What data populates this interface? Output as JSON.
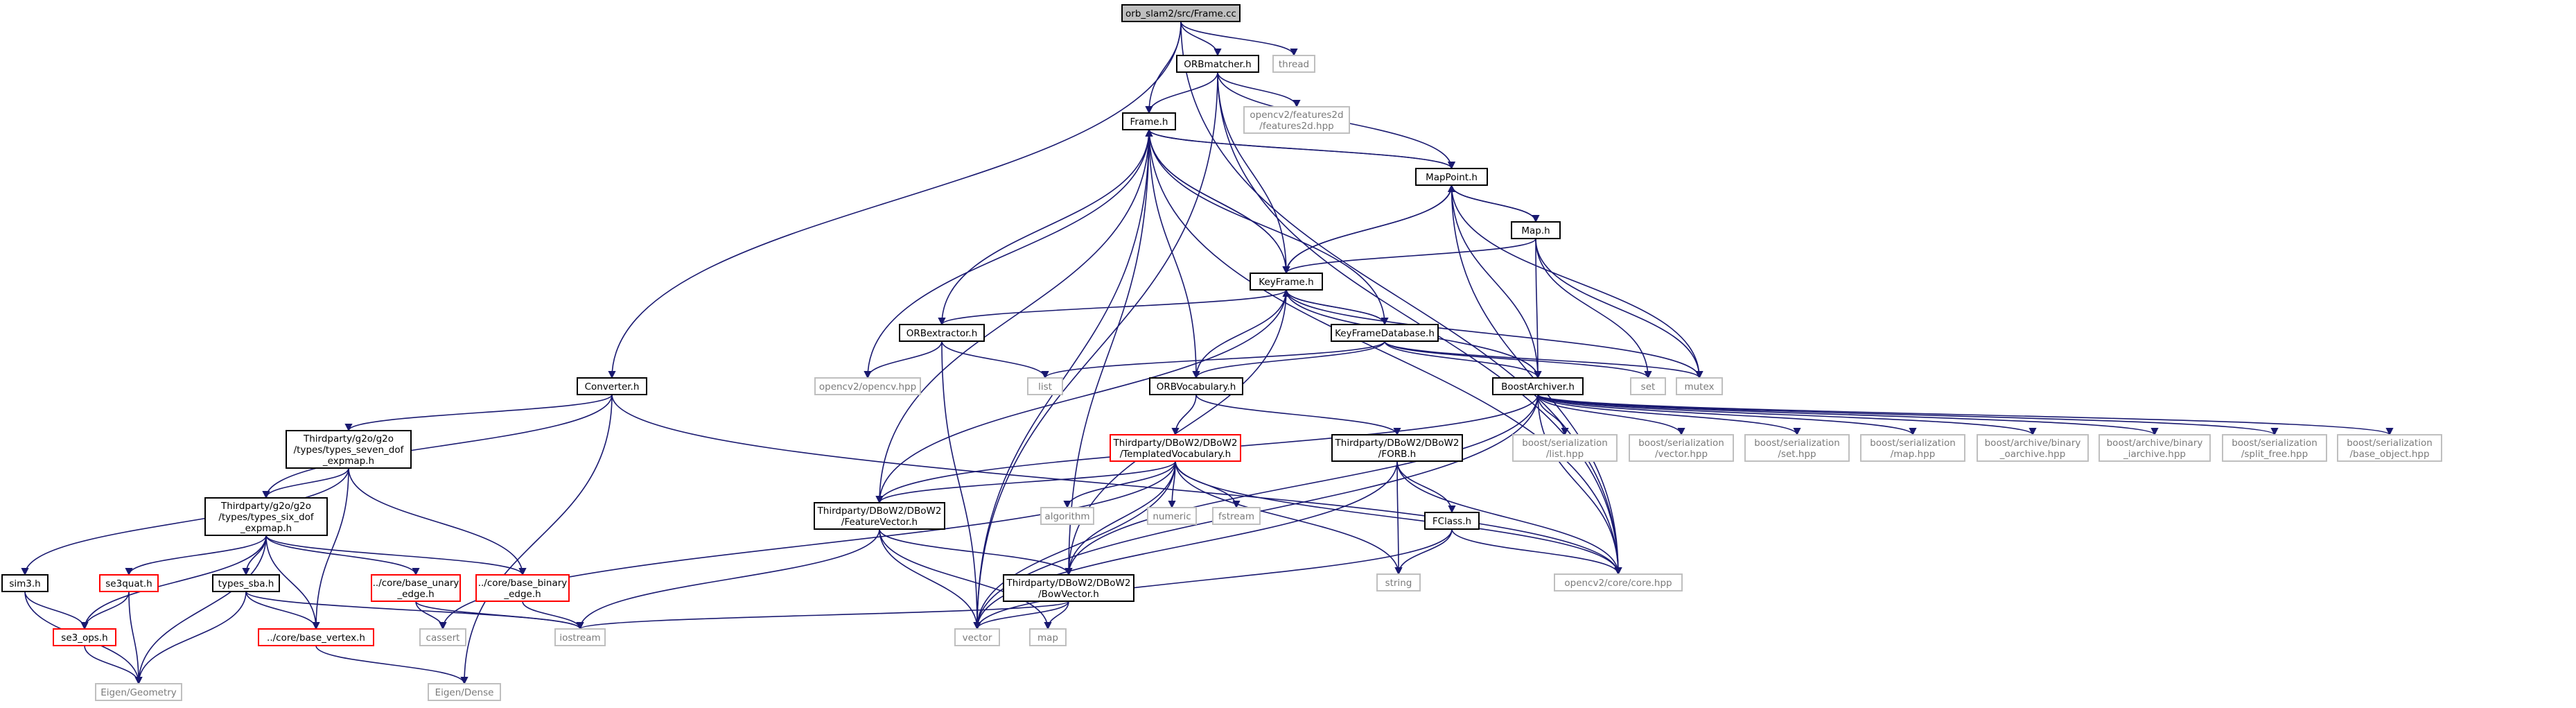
{
  "diagram": {
    "title": "orb_slam2/src/Frame.cc",
    "colors": {
      "root_fill": "#bfbfbf",
      "node_border": "#000000",
      "missing_border": "#bfbfbf",
      "missing_text": "#7a7a7a",
      "unresolved_border": "#ff0000",
      "edge": "#191970",
      "edge_dark": "#63b8ff"
    },
    "nodes": [
      {
        "id": "root",
        "kind": "root",
        "lines": [
          "orb_slam2/src/Frame.cc"
        ]
      },
      {
        "id": "ormatcher",
        "kind": "normal",
        "lines": [
          "ORBmatcher.h"
        ]
      },
      {
        "id": "thread",
        "kind": "missing",
        "lines": [
          "thread"
        ]
      },
      {
        "id": "frame",
        "kind": "normal",
        "lines": [
          "Frame.h"
        ]
      },
      {
        "id": "features2d",
        "kind": "missing",
        "lines": [
          "opencv2/features2d",
          "/features2d.hpp"
        ]
      },
      {
        "id": "mappoint",
        "kind": "normal",
        "lines": [
          "MapPoint.h"
        ]
      },
      {
        "id": "map",
        "kind": "normal",
        "lines": [
          "Map.h"
        ]
      },
      {
        "id": "keyframe",
        "kind": "normal",
        "lines": [
          "KeyFrame.h"
        ]
      },
      {
        "id": "orbextractor",
        "kind": "normal",
        "lines": [
          "ORBextractor.h"
        ]
      },
      {
        "id": "kfdb",
        "kind": "normal",
        "lines": [
          "KeyFrameDatabase.h"
        ]
      },
      {
        "id": "converter",
        "kind": "normal",
        "lines": [
          "Converter.h"
        ]
      },
      {
        "id": "opencvhpp",
        "kind": "missing",
        "lines": [
          "opencv2/opencv.hpp"
        ]
      },
      {
        "id": "list",
        "kind": "missing",
        "lines": [
          "list"
        ]
      },
      {
        "id": "orbvocab",
        "kind": "normal",
        "lines": [
          "ORBVocabulary.h"
        ]
      },
      {
        "id": "boostarchiver",
        "kind": "normal",
        "lines": [
          "BoostArchiver.h"
        ]
      },
      {
        "id": "set",
        "kind": "missing",
        "lines": [
          "set"
        ]
      },
      {
        "id": "mutex",
        "kind": "missing",
        "lines": [
          "mutex"
        ]
      },
      {
        "id": "sevendof",
        "kind": "normal",
        "lines": [
          "Thirdparty/g2o/g2o",
          "/types/types_seven_dof",
          "_expmap.h"
        ]
      },
      {
        "id": "templatedvoc",
        "kind": "unresolved",
        "lines": [
          "Thirdparty/DBoW2/DBoW2",
          "/TemplatedVocabulary.h"
        ]
      },
      {
        "id": "forb",
        "kind": "normal",
        "lines": [
          "Thirdparty/DBoW2/DBoW2",
          "/FORB.h"
        ]
      },
      {
        "id": "bs_list",
        "kind": "missing",
        "lines": [
          "boost/serialization",
          "/list.hpp"
        ]
      },
      {
        "id": "bs_vector",
        "kind": "missing",
        "lines": [
          "boost/serialization",
          "/vector.hpp"
        ]
      },
      {
        "id": "bs_set",
        "kind": "missing",
        "lines": [
          "boost/serialization",
          "/set.hpp"
        ]
      },
      {
        "id": "bs_map",
        "kind": "missing",
        "lines": [
          "boost/serialization",
          "/map.hpp"
        ]
      },
      {
        "id": "ba_obin",
        "kind": "missing",
        "lines": [
          "boost/archive/binary",
          "_oarchive.hpp"
        ]
      },
      {
        "id": "ba_ibin",
        "kind": "missing",
        "lines": [
          "boost/archive/binary",
          "_iarchive.hpp"
        ]
      },
      {
        "id": "bs_split",
        "kind": "missing",
        "lines": [
          "boost/serialization",
          "/split_free.hpp"
        ]
      },
      {
        "id": "bs_base",
        "kind": "missing",
        "lines": [
          "boost/serialization",
          "/base_object.hpp"
        ]
      },
      {
        "id": "sixdof",
        "kind": "normal",
        "lines": [
          "Thirdparty/g2o/g2o",
          "/types/types_six_dof",
          "_expmap.h"
        ]
      },
      {
        "id": "algorithm",
        "kind": "missing",
        "lines": [
          "algorithm"
        ]
      },
      {
        "id": "numeric",
        "kind": "missing",
        "lines": [
          "numeric"
        ]
      },
      {
        "id": "fstream",
        "kind": "missing",
        "lines": [
          "fstream"
        ]
      },
      {
        "id": "featurevector",
        "kind": "normal",
        "lines": [
          "Thirdparty/DBoW2/DBoW2",
          "/FeatureVector.h"
        ]
      },
      {
        "id": "fclass",
        "kind": "normal",
        "lines": [
          "FClass.h"
        ]
      },
      {
        "id": "opencvcore",
        "kind": "missing",
        "lines": [
          "opencv2/core/core.hpp"
        ]
      },
      {
        "id": "string",
        "kind": "missing",
        "lines": [
          "string"
        ]
      },
      {
        "id": "sim3",
        "kind": "normal",
        "lines": [
          "sim3.h"
        ]
      },
      {
        "id": "se3quat",
        "kind": "unresolved",
        "lines": [
          "se3quat.h"
        ]
      },
      {
        "id": "types_sba",
        "kind": "normal",
        "lines": [
          "types_sba.h"
        ]
      },
      {
        "id": "base_unary",
        "kind": "unresolved",
        "lines": [
          "../core/base_unary",
          "_edge.h"
        ]
      },
      {
        "id": "base_binary",
        "kind": "unresolved",
        "lines": [
          "../core/base_binary",
          "_edge.h"
        ]
      },
      {
        "id": "bowvector",
        "kind": "normal",
        "lines": [
          "Thirdparty/DBoW2/DBoW2",
          "/BowVector.h"
        ]
      },
      {
        "id": "se3ops",
        "kind": "unresolved",
        "lines": [
          "se3_ops.h"
        ]
      },
      {
        "id": "base_vertex",
        "kind": "unresolved",
        "lines": [
          "../core/base_vertex.h"
        ]
      },
      {
        "id": "cassert",
        "kind": "missing",
        "lines": [
          "cassert"
        ]
      },
      {
        "id": "iostream",
        "kind": "missing",
        "lines": [
          "iostream"
        ]
      },
      {
        "id": "vector",
        "kind": "missing",
        "lines": [
          "vector"
        ]
      },
      {
        "id": "map_std",
        "kind": "missing",
        "lines": [
          "map"
        ]
      },
      {
        "id": "eigen_geom",
        "kind": "missing",
        "lines": [
          "Eigen/Geometry"
        ]
      },
      {
        "id": "eigen_dense",
        "kind": "missing",
        "lines": [
          "Eigen/Dense"
        ]
      }
    ],
    "edges": [
      [
        "root",
        "ormatcher"
      ],
      [
        "root",
        "thread"
      ],
      [
        "root",
        "frame"
      ],
      [
        "root",
        "converter"
      ],
      [
        "root",
        "opencvcore"
      ],
      [
        "ormatcher",
        "frame"
      ],
      [
        "ormatcher",
        "features2d"
      ],
      [
        "ormatcher",
        "mappoint"
      ],
      [
        "ormatcher",
        "keyframe"
      ],
      [
        "ormatcher",
        "vector"
      ],
      [
        "ormatcher",
        "opencvcore"
      ],
      [
        "frame",
        "mappoint"
      ],
      [
        "frame",
        "keyframe"
      ],
      [
        "frame",
        "orbextractor"
      ],
      [
        "frame",
        "opencvhpp"
      ],
      [
        "frame",
        "orbvocab"
      ],
      [
        "frame",
        "featurevector"
      ],
      [
        "frame",
        "bowvector"
      ],
      [
        "frame",
        "vector"
      ],
      [
        "frame",
        "opencvcore"
      ],
      [
        "mappoint",
        "frame"
      ],
      [
        "mappoint",
        "map"
      ],
      [
        "mappoint",
        "keyframe"
      ],
      [
        "mappoint",
        "boostarchiver"
      ],
      [
        "mappoint",
        "mutex"
      ],
      [
        "mappoint",
        "opencvcore"
      ],
      [
        "map",
        "mappoint"
      ],
      [
        "map",
        "keyframe"
      ],
      [
        "map",
        "set"
      ],
      [
        "map",
        "mutex"
      ],
      [
        "map",
        "boostarchiver"
      ],
      [
        "keyframe",
        "frame"
      ],
      [
        "keyframe",
        "mappoint"
      ],
      [
        "keyframe",
        "kfdb"
      ],
      [
        "keyframe",
        "orbextractor"
      ],
      [
        "keyframe",
        "orbvocab"
      ],
      [
        "keyframe",
        "featurevector"
      ],
      [
        "keyframe",
        "bowvector"
      ],
      [
        "keyframe",
        "boostarchiver"
      ],
      [
        "keyframe",
        "mutex"
      ],
      [
        "kfdb",
        "keyframe"
      ],
      [
        "kfdb",
        "frame"
      ],
      [
        "kfdb",
        "list"
      ],
      [
        "kfdb",
        "set"
      ],
      [
        "kfdb",
        "mutex"
      ],
      [
        "kfdb",
        "orbvocab"
      ],
      [
        "kfdb",
        "boostarchiver"
      ],
      [
        "orbextractor",
        "list"
      ],
      [
        "orbextractor",
        "opencvhpp"
      ],
      [
        "orbextractor",
        "vector"
      ],
      [
        "converter",
        "sevendof"
      ],
      [
        "converter",
        "sixdof"
      ],
      [
        "converter",
        "eigen_dense"
      ],
      [
        "converter",
        "opencvcore"
      ],
      [
        "orbvocab",
        "templatedvoc"
      ],
      [
        "orbvocab",
        "forb"
      ],
      [
        "boostarchiver",
        "bs_list"
      ],
      [
        "boostarchiver",
        "bs_vector"
      ],
      [
        "boostarchiver",
        "bs_set"
      ],
      [
        "boostarchiver",
        "bs_map"
      ],
      [
        "boostarchiver",
        "ba_obin"
      ],
      [
        "boostarchiver",
        "ba_ibin"
      ],
      [
        "boostarchiver",
        "bs_split"
      ],
      [
        "boostarchiver",
        "bs_base"
      ],
      [
        "boostarchiver",
        "opencvcore"
      ],
      [
        "boostarchiver",
        "featurevector"
      ],
      [
        "boostarchiver",
        "bowvector"
      ],
      [
        "boostarchiver",
        "vector"
      ],
      [
        "sevendof",
        "sixdof"
      ],
      [
        "sevendof",
        "sim3"
      ],
      [
        "sevendof",
        "base_vertex"
      ],
      [
        "sevendof",
        "base_binary"
      ],
      [
        "templatedvoc",
        "featurevector"
      ],
      [
        "templatedvoc",
        "bowvector"
      ],
      [
        "templatedvoc",
        "algorithm"
      ],
      [
        "templatedvoc",
        "numeric"
      ],
      [
        "templatedvoc",
        "fstream"
      ],
      [
        "templatedvoc",
        "string"
      ],
      [
        "templatedvoc",
        "opencvcore"
      ],
      [
        "templatedvoc",
        "cassert"
      ],
      [
        "templatedvoc",
        "vector"
      ],
      [
        "forb",
        "fclass"
      ],
      [
        "forb",
        "string"
      ],
      [
        "forb",
        "opencvcore"
      ],
      [
        "forb",
        "vector"
      ],
      [
        "sixdof",
        "se3quat"
      ],
      [
        "sixdof",
        "types_sba"
      ],
      [
        "sixdof",
        "base_unary"
      ],
      [
        "sixdof",
        "base_binary"
      ],
      [
        "sixdof",
        "base_vertex"
      ],
      [
        "sixdof",
        "se3ops"
      ],
      [
        "sixdof",
        "eigen_geom"
      ],
      [
        "featurevector",
        "bowvector"
      ],
      [
        "featurevector",
        "iostream"
      ],
      [
        "featurevector",
        "vector"
      ],
      [
        "featurevector",
        "map_std"
      ],
      [
        "fclass",
        "string"
      ],
      [
        "fclass",
        "vector"
      ],
      [
        "fclass",
        "opencvcore"
      ],
      [
        "sim3",
        "se3ops"
      ],
      [
        "sim3",
        "eigen_geom"
      ],
      [
        "se3quat",
        "se3ops"
      ],
      [
        "se3quat",
        "eigen_geom"
      ],
      [
        "types_sba",
        "base_vertex"
      ],
      [
        "types_sba",
        "iostream"
      ],
      [
        "types_sba",
        "eigen_geom"
      ],
      [
        "base_unary",
        "iostream"
      ],
      [
        "base_unary",
        "cassert"
      ],
      [
        "base_binary",
        "iostream"
      ],
      [
        "bowvector",
        "iostream"
      ],
      [
        "bowvector",
        "vector"
      ],
      [
        "bowvector",
        "map_std"
      ],
      [
        "se3ops",
        "eigen_geom"
      ],
      [
        "base_vertex",
        "eigen_dense"
      ]
    ]
  }
}
